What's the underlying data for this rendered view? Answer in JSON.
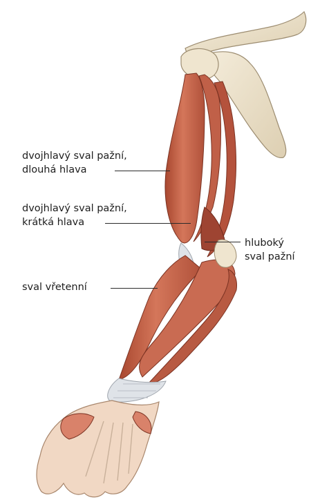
{
  "labels": {
    "biceps_long": {
      "line1": "dvojhlavý sval pažní,",
      "line2": "dlouhá hlava"
    },
    "biceps_short": {
      "line1": "dvojhlavý sval pažní,",
      "line2": "krátká hlava"
    },
    "brachialis": {
      "line1": "hluboký",
      "line2": "sval pažní"
    },
    "brachioradialis": {
      "line1": "sval vřetenní"
    }
  },
  "colors": {
    "muscle": "#c8624a",
    "muscle_light": "#e09a80",
    "muscle_dark": "#9e4432",
    "bone": "#ece2cc",
    "tendon": "#d9dde3",
    "skin": "#f1d8c4"
  }
}
